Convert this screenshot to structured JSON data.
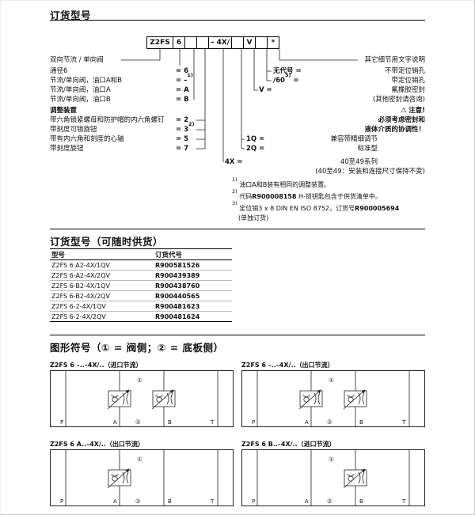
{
  "titles": {
    "ordering": "订货型号",
    "stock": "订货型号（可随时供货）",
    "symbols": "图形符号（① = 阀侧；② = 底板侧）"
  },
  "code": {
    "cells": [
      "Z2FS",
      "6",
      "",
      "",
      "– 4X/",
      "",
      "V",
      "",
      "*"
    ],
    "adjust_header": "调整装置",
    "left": [
      {
        "label": "双向节流 / 单向阀",
        "value": "",
        "sup": ""
      },
      {
        "label": "通径6",
        "value": "= 6",
        "sup": ""
      },
      {
        "label": "节流/单向阀，油口A和B",
        "value": "= –",
        "sup": "1)"
      },
      {
        "label": "节流/单向阀，油口A",
        "value": "= A",
        "sup": ""
      },
      {
        "label": "节流/单向阀，油口B",
        "value": "= B",
        "sup": ""
      },
      {
        "label": "带六角锁紧螺母和防护帽的内六角螺钉",
        "value": "= 2",
        "sup": ""
      },
      {
        "label": "带刻度可锁旋钮",
        "value": "= 3",
        "sup": "2)"
      },
      {
        "label": "带有内六角和刻度的心轴",
        "value": "= 5",
        "sup": ""
      },
      {
        "label": "带刻度旋钮",
        "value": "= 7",
        "sup": ""
      }
    ],
    "right": {
      "details": "其它细节用文字说明",
      "pin_none_key": "无代号 =",
      "pin_none_val": "不带定位销孔",
      "pin_key": "/60",
      "pin_sup": "3)",
      "pin_eq": " =",
      "pin_val": "带定位销孔",
      "seal_key": "V =",
      "seal_val": "氟橡胶密封",
      "seal_note": "(其他密封请咨询)",
      "warn_icon": "⚠",
      "warn_title": "注意!",
      "warn_l1": "必须考虑密封和",
      "warn_l2": "液体介质的协调性！",
      "q1_key": "1Q =",
      "q1_val": "兼容带精细调节",
      "q2_key": "2Q =",
      "q2_val": "标准型",
      "series_key": "4X =",
      "series_val": "40至49系列",
      "series_note": "(40至49：安装和连接尺寸保持不变)"
    },
    "footnotes": [
      {
        "sup": "1)",
        "pre": "油口A和B装有相同的调整装置。",
        "bold": "",
        "post": "",
        "line2": ""
      },
      {
        "sup": "2)",
        "pre": "代码",
        "bold": "R900008158",
        "post": " H-锁钥匙包含于供货清单中。",
        "line2": ""
      },
      {
        "sup": "3)",
        "pre": "定位销3 x 8 DIN EN ISO 8752，订货号",
        "bold": "R900005694",
        "post": "",
        "line2": "(单独订货)"
      }
    ]
  },
  "stock_table": {
    "col_model": "型号",
    "col_code": "订货代号",
    "rows": [
      {
        "model": "Z2FS 6 A2-4X/1QV",
        "code": "R900581526"
      },
      {
        "model": "Z2FS 6-A2-4X/2QV",
        "code": "R900439389"
      },
      {
        "model": "Z2FS 6-B2-4X/1QV",
        "code": "R900438760"
      },
      {
        "model": "Z2FS 6-B2-4X/2QV",
        "code": "R900440565"
      },
      {
        "model": "Z2FS 6-2-4X/1QV",
        "code": "R900481623"
      },
      {
        "model": "Z2FS 6-2-4X/2QV",
        "code": "R900481624"
      }
    ]
  },
  "symbols": {
    "d1": "Z2FS 6 –..–4X/..（进口节流）",
    "d2": "Z2FS 6 –..–4X/..（出口节流）",
    "d3": "Z2FS 6 A..–4X/..（出口节流）",
    "d4": "Z2FS 6 B..–4X/..（进口节流）",
    "p": "P",
    "a": "A",
    "b": "B",
    "t": "T",
    "c1": "①",
    "c2": "②"
  }
}
